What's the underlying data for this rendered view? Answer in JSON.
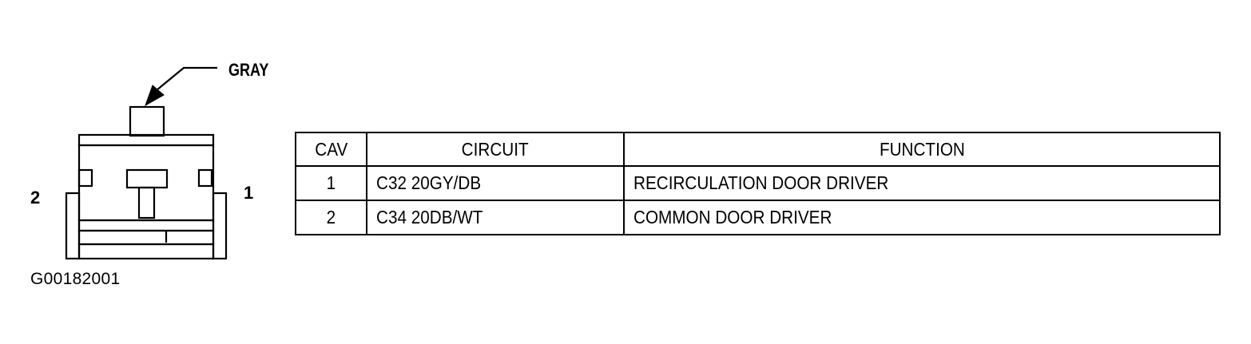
{
  "connector": {
    "color_label": "GRAY",
    "pin_left_label": "2",
    "pin_right_label": "1"
  },
  "figure_id": "G00182001",
  "table": {
    "headers": {
      "cav": "CAV",
      "circuit": "CIRCUIT",
      "function": "FUNCTION"
    },
    "rows": [
      {
        "cav": "1",
        "circuit": "C32 20GY/DB",
        "function": "RECIRCULATION DOOR DRIVER"
      },
      {
        "cav": "2",
        "circuit": "C34 20DB/WT",
        "function": "COMMON DOOR DRIVER"
      }
    ]
  }
}
